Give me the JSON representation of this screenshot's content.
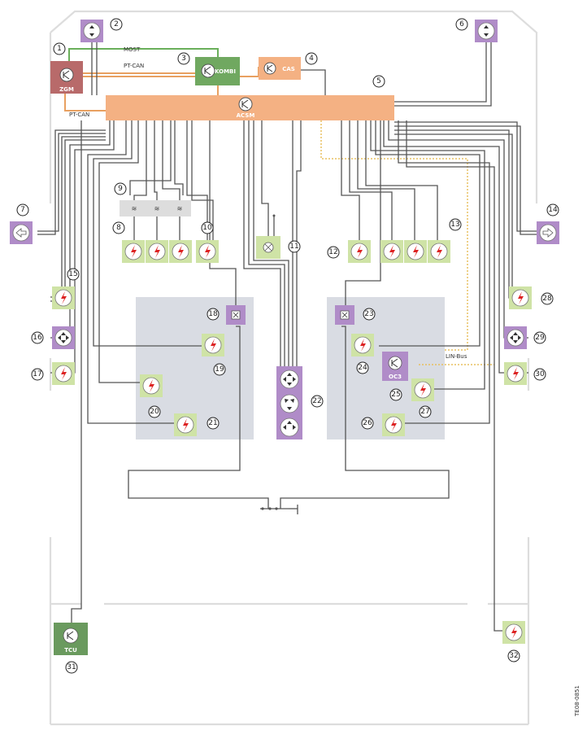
{
  "colors": {
    "acsm": "#f4b183",
    "kombi": "#70a860",
    "zgm": "#b86a6a",
    "cas": "#f4b183",
    "purple": "#b08cc8",
    "green_box": "#cfe3a6",
    "seat_panel": "#d9dce3",
    "tcu": "#6a9a5e",
    "most": "#6aaf5a",
    "ptcan": "#e8a060",
    "linbus": "#e8c060"
  },
  "modules": {
    "zgm": "ZGM",
    "kombi": "KOMBI",
    "cas": "CAS",
    "acsm": "ACSM",
    "ocs": "OC3",
    "tcu": "TCU"
  },
  "bus_labels": {
    "most": "MOST",
    "ptcan_top": "PT-CAN",
    "ptcan_left": "PT-CAN",
    "linbus": "LIN-Bus"
  },
  "callouts": [
    "1",
    "2",
    "3",
    "4",
    "5",
    "6",
    "7",
    "8",
    "9",
    "10",
    "11",
    "12",
    "13",
    "14",
    "15",
    "16",
    "17",
    "18",
    "19",
    "20",
    "21",
    "22",
    "23",
    "24",
    "25",
    "26",
    "27",
    "28",
    "29",
    "30",
    "31",
    "32"
  ],
  "watermark": "TE08-0851",
  "icons": {
    "sensor": "arrows-sensor-icon",
    "igniter": "igniter-bolt-icon",
    "transistor": "control-unit-icon"
  }
}
